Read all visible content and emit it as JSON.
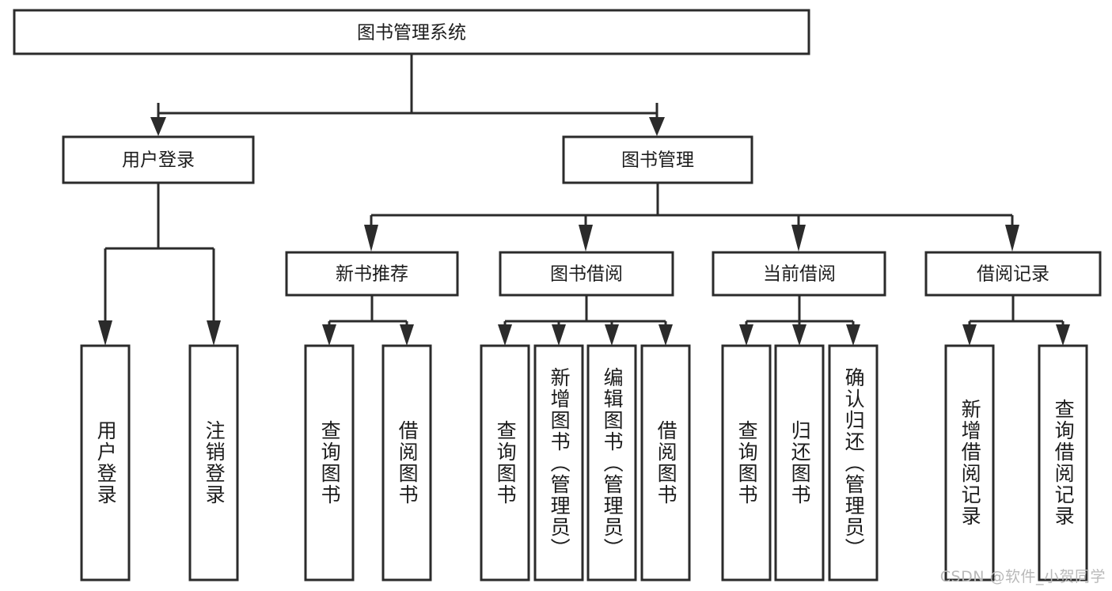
{
  "diagram": {
    "title": "图书管理系统",
    "type": "tree-hierarchy",
    "watermark": "CSDN @软件_小贺同学",
    "colors": {
      "background": "#ffffff",
      "stroke": "#2b2b2b",
      "box_fill": "#ffffff",
      "text": "#1c1c1c",
      "watermark": "#b9b9b9"
    },
    "root": {
      "label": "图书管理系统"
    },
    "level2": [
      {
        "label": "用户登录"
      },
      {
        "label": "图书管理"
      }
    ],
    "level3": [
      {
        "label": "新书推荐"
      },
      {
        "label": "图书借阅"
      },
      {
        "label": "当前借阅"
      },
      {
        "label": "借阅记录"
      }
    ],
    "leaves": {
      "user_login": [
        {
          "label": "用户登录"
        },
        {
          "label": "注销登录"
        }
      ],
      "new_book_recommend": [
        {
          "label": "查询图书"
        },
        {
          "label": "借阅图书"
        }
      ],
      "book_borrow": [
        {
          "label": "查询图书"
        },
        {
          "label": "新增图书（管理员）"
        },
        {
          "label": "编辑图书（管理员）"
        },
        {
          "label": "借阅图书"
        }
      ],
      "current_borrow": [
        {
          "label": "查询图书"
        },
        {
          "label": "归还图书"
        },
        {
          "label": "确认归还（管理员）"
        }
      ],
      "borrow_records": [
        {
          "label": "新增借阅记录"
        },
        {
          "label": "查询借阅记录"
        }
      ]
    }
  }
}
